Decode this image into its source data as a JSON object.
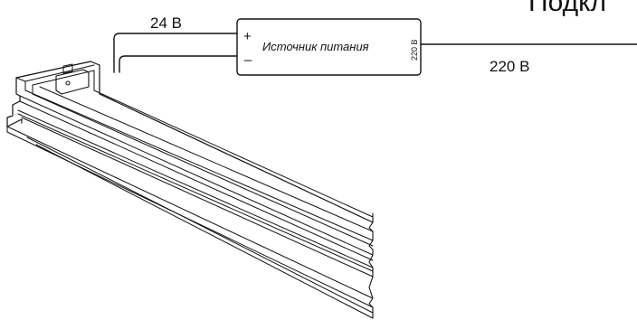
{
  "diagram": {
    "heading_fragment": "Подкл",
    "low_voltage_label": "24 В",
    "mains_voltage_label": "220 В",
    "power_supply": {
      "name": "Источник питания",
      "plus_terminal": "+",
      "minus_terminal": "–",
      "input_rating": "220 В"
    }
  }
}
